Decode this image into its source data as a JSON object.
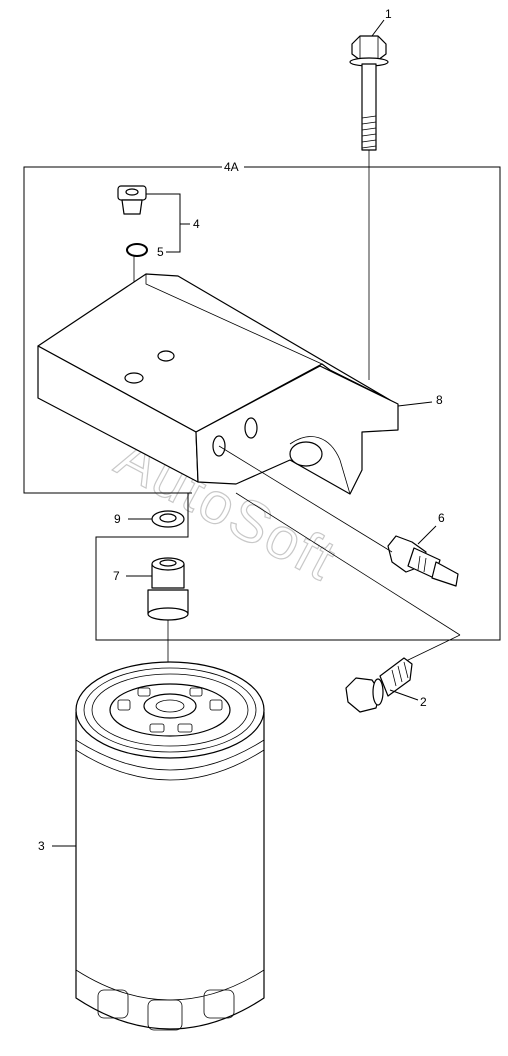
{
  "callouts": {
    "c1": "1",
    "c2": "2",
    "c3": "3",
    "c4": "4",
    "c4a": "4A",
    "c5": "5",
    "c6": "6",
    "c7": "7",
    "c8": "8",
    "c9": "9"
  },
  "watermark": "AutoSoft"
}
